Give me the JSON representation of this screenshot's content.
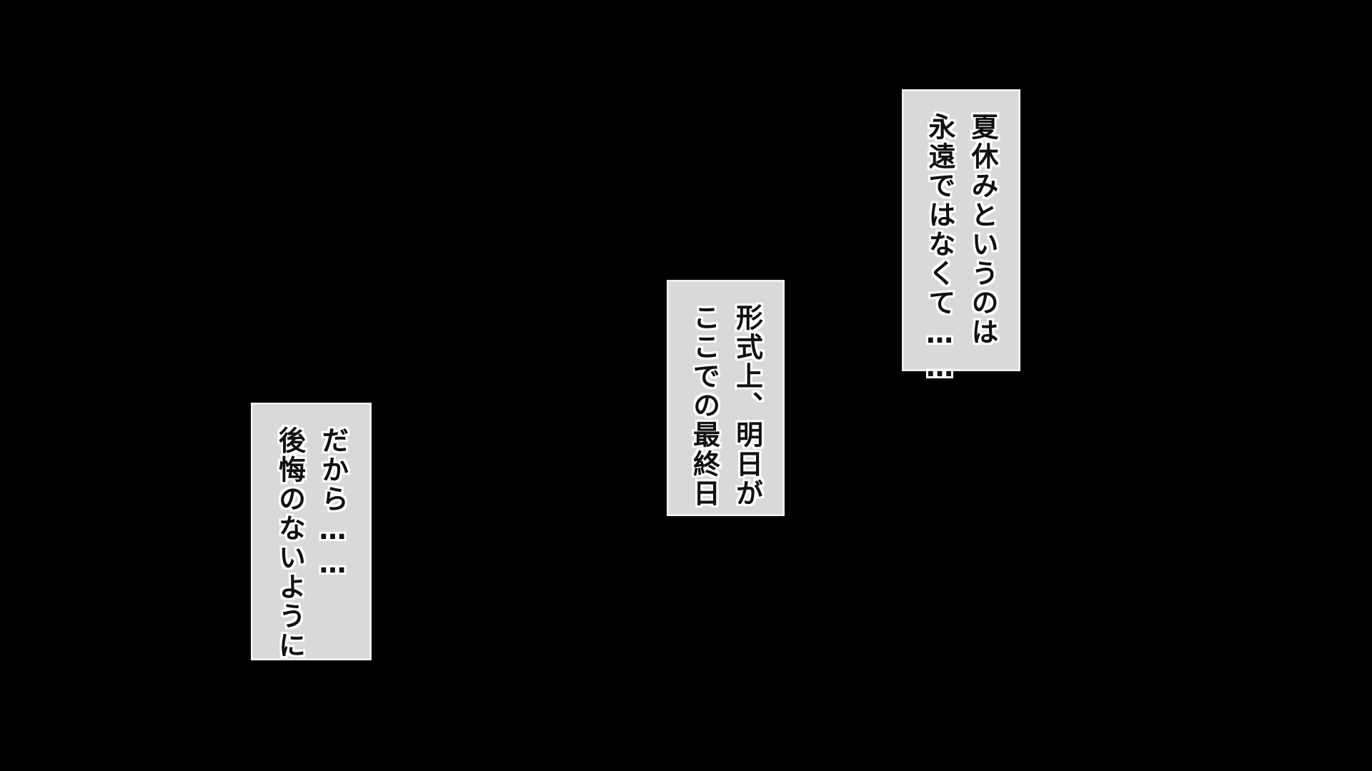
{
  "captions": [
    {
      "lines": [
        "夏休みというのは",
        "永遠ではなくて……"
      ]
    },
    {
      "lines": [
        "形式上、明日が",
        "ここでの最終日"
      ]
    },
    {
      "lines": [
        "だから……",
        "後悔のないように"
      ]
    }
  ],
  "colors": {
    "background": "#000000",
    "box_fill": "#d9d9d9",
    "box_border": "#eeeeee",
    "text": "#111111",
    "text_outline": "#ffffff"
  }
}
